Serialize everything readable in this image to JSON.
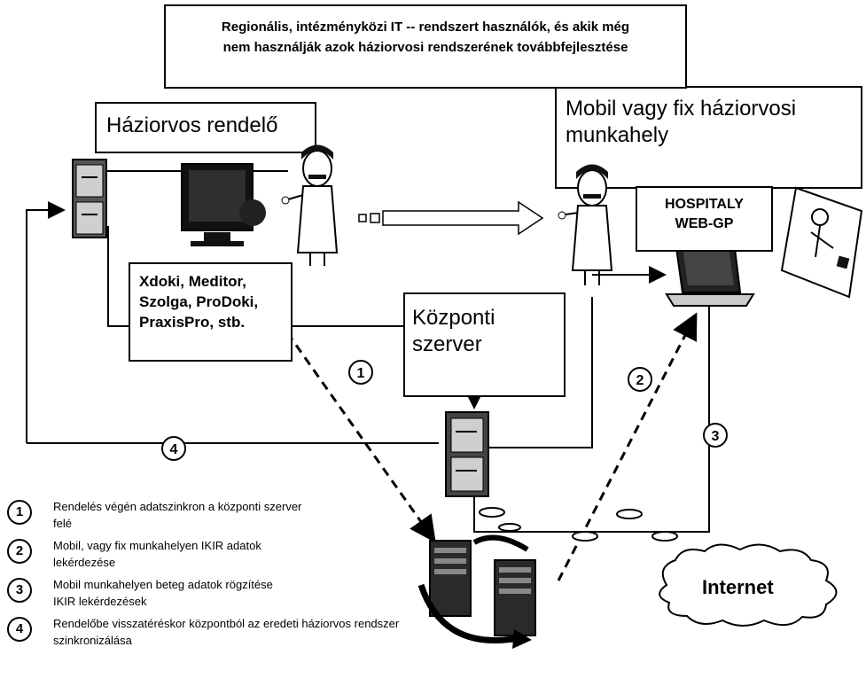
{
  "title_box": {
    "line1": "Regionális, intézményközi IT -- rendszert használók, és akik még",
    "line2": "nem használják azok háziorvosi rendszerének továbbfejlesztése"
  },
  "haziorvos_box": {
    "label": "Háziorvos rendelő"
  },
  "mobil_box": {
    "line1": "Mobil vagy fix háziorvosi",
    "line2": "munkahely"
  },
  "hospitaly": {
    "line1": "HOSPITALY",
    "line2": "WEB-GP"
  },
  "software_box": {
    "line1": "Xdoki, Meditor,",
    "line2": "Szolga, ProDoki,",
    "line3": "PraxisPro, stb."
  },
  "kozponti_box": {
    "line1": "Központi",
    "line2": "szerver"
  },
  "markers": [
    "1",
    "2",
    "3",
    "4"
  ],
  "internet": {
    "label": "Internet"
  },
  "legend": [
    {
      "num": "1",
      "line1": "Rendelés végén adatszinkron a központi szerver",
      "line2": "felé"
    },
    {
      "num": "2",
      "line1": "Mobil, vagy fix munkahelyen IKIR adatok",
      "line2": "lekérdezése"
    },
    {
      "num": "3",
      "line1": "Mobil munkahelyen beteg adatok rögzítése",
      "line2": "IKIR lekérdezések"
    },
    {
      "num": "4",
      "line1": "Rendelőbe visszatéréskor központból az eredeti háziorvos rendszer",
      "line2": "szinkronizálása"
    }
  ]
}
